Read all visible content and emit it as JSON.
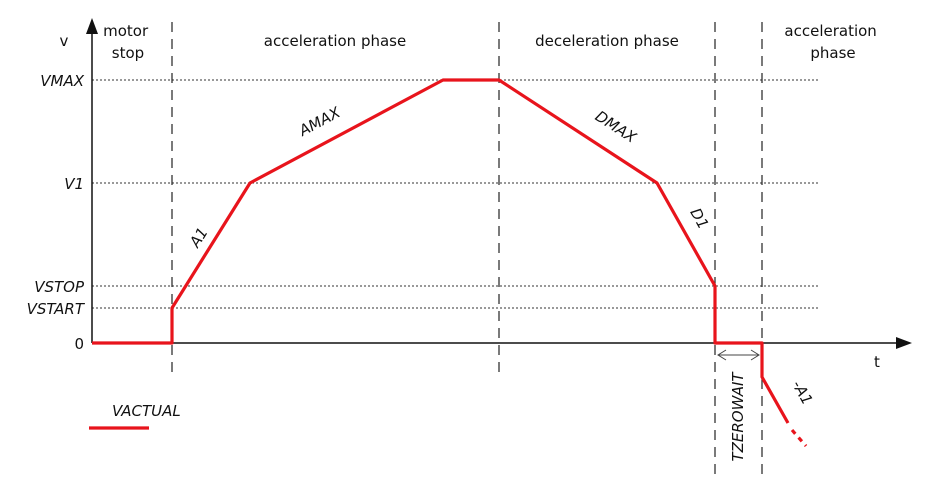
{
  "axes": {
    "y_label": "v",
    "x_label": "t",
    "levels": {
      "vmax": "VMAX",
      "v1": "V1",
      "vstop": "VSTOP",
      "vstart": "VSTART",
      "zero": "0"
    }
  },
  "phases": {
    "motor_stop": [
      "motor",
      "stop"
    ],
    "acceleration": "acceleration phase",
    "deceleration": "deceleration phase",
    "acceleration_2": [
      "acceleration",
      "phase"
    ]
  },
  "segments": {
    "a1": "A1",
    "amax": "AMAX",
    "dmax": "DMAX",
    "d1": "D1",
    "neg_a1": "-A1",
    "tzerowait": "TZEROWAIT"
  },
  "legend": {
    "vactual": "VACTUAL"
  },
  "colors": {
    "curve": "#e8141c",
    "lines": "#222222"
  }
}
